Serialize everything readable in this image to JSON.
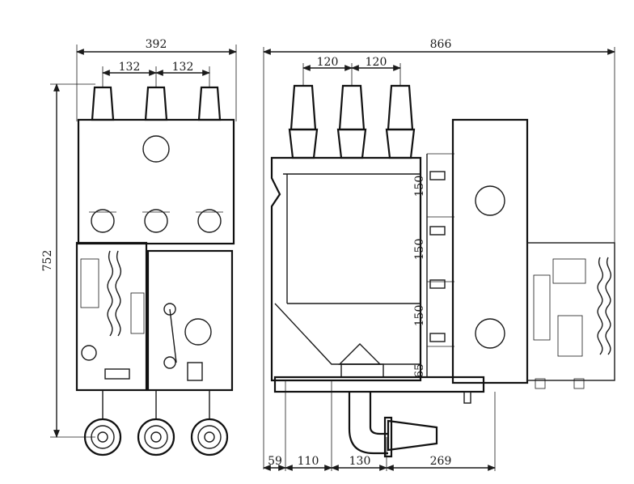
{
  "dimensions": {
    "front_width": "392",
    "front_spacing_left": "132",
    "front_spacing_right": "132",
    "front_height": "752",
    "side_width": "866",
    "side_spacing_left": "120",
    "side_spacing_right": "120",
    "side_v1": "150",
    "side_v2": "150",
    "side_v3": "150",
    "side_v4": "65",
    "bottom_a": "59",
    "bottom_b": "110",
    "bottom_c": "130",
    "bottom_d": "269"
  }
}
